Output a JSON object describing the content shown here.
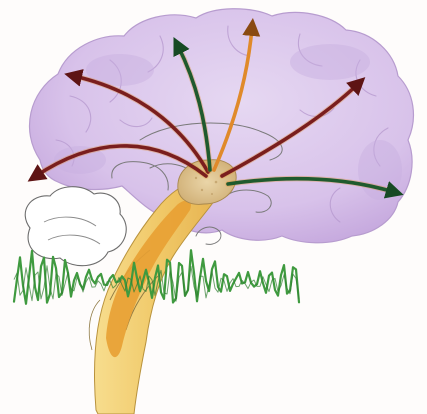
{
  "diagram": {
    "colors": {
      "cortex_fill": "#dcc8ec",
      "cortex_edge": "#b79ccf",
      "cortex_shade": "#c9b0e0",
      "brainstem": "#f3d27a",
      "brainstem_core": "#e9a23c",
      "reticular_core": "#d9bf8a",
      "arrow_dark_red": "#7a1e1e",
      "arrow_orange": "#e08a2a",
      "arrow_green": "#1f5a2e",
      "eeg_wave": "#3f9a3f",
      "outline": "#6b6b6b"
    },
    "arrows": [
      {
        "name": "left-lower",
        "color": "arrow_dark_red"
      },
      {
        "name": "left-upper",
        "color": "arrow_dark_red"
      },
      {
        "name": "top-left",
        "color": "arrow_green"
      },
      {
        "name": "top-center",
        "color": "arrow_orange"
      },
      {
        "name": "right-upper",
        "color": "arrow_dark_red"
      },
      {
        "name": "right-lower",
        "color": "arrow_green"
      }
    ]
  }
}
